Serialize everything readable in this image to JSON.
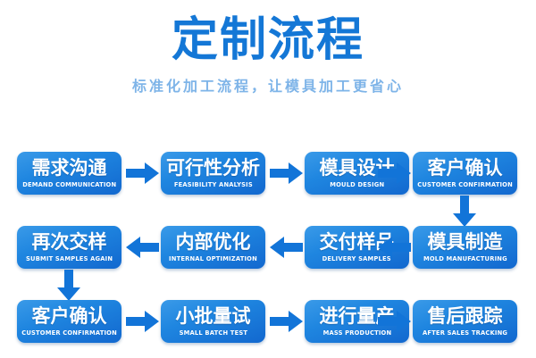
{
  "header": {
    "title": "定制流程",
    "subtitle": "标准化加工流程，让模具加工更省心",
    "title_color": "#1477d6",
    "subtitle_color": "#7eb4e8"
  },
  "theme": {
    "background": "#ffffff",
    "box_gradient_start": "#3a9ae8",
    "box_gradient_end": "#1268cf",
    "arrow_color": "#1274d8",
    "text_color": "#ffffff"
  },
  "flow": {
    "rows": [
      {
        "direction": "left-to-right",
        "steps": [
          {
            "cn": "需求沟通",
            "en": "DEMAND COMMUNICATION"
          },
          {
            "cn": "可行性分析",
            "en": "FEASIBILITY ANALYSIS"
          },
          {
            "cn": "模具设计",
            "en": "MOULD DESIGN"
          },
          {
            "cn": "客户确认",
            "en": "CUSTOMER CONFIRMATION"
          }
        ]
      },
      {
        "direction": "right-to-left",
        "steps": [
          {
            "cn": "再次交样",
            "en": "SUBMIT SAMPLES AGAIN"
          },
          {
            "cn": "内部优化",
            "en": "INTERNAL OPTIMIZATION"
          },
          {
            "cn": "交付样品",
            "en": "DELIVERY SAMPLES"
          },
          {
            "cn": "模具制造",
            "en": "MOLD MANUFACTURING"
          }
        ]
      },
      {
        "direction": "left-to-right",
        "steps": [
          {
            "cn": "客户确认",
            "en": "CUSTOMER CONFIRMATION"
          },
          {
            "cn": "小批量试",
            "en": "SMALL BATCH TEST"
          },
          {
            "cn": "进行量产",
            "en": "MASS PRODUCTION"
          },
          {
            "cn": "售后跟踪",
            "en": "AFTER SALES TRACKING"
          }
        ]
      }
    ],
    "connectors": [
      {
        "name": "row1-to-row2-down-arrow",
        "direction": "down",
        "side": "right"
      },
      {
        "name": "row2-to-row3-down-arrow",
        "direction": "down",
        "side": "left"
      }
    ]
  }
}
